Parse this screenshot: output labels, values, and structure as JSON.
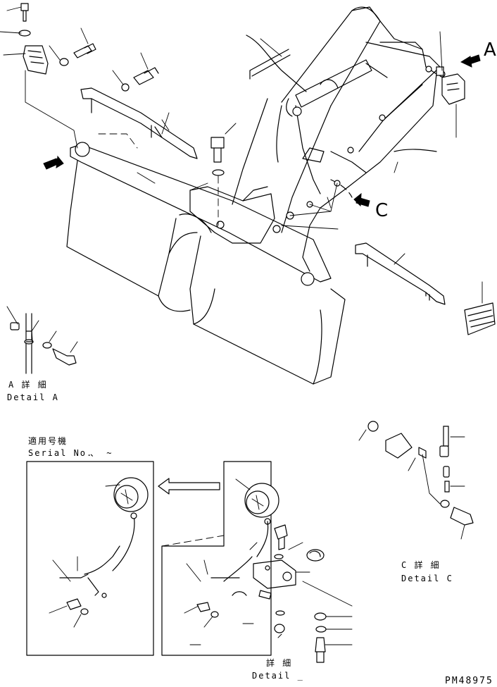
{
  "views": {
    "view_a_marker": "A",
    "view_c_marker": "C"
  },
  "detail_a": {
    "title_jp": "A 詳 細",
    "title_en": "Detail A"
  },
  "detail_c": {
    "title_jp": "C 詳 細",
    "title_en": "Detail C"
  },
  "detail_bottom": {
    "title_jp": "詳 細",
    "title_en": "Detail _"
  },
  "serial": {
    "title_jp": "適用号機",
    "title_en": "Serial No.",
    "range": "  、  ~"
  },
  "drawing_number": "PM48975"
}
